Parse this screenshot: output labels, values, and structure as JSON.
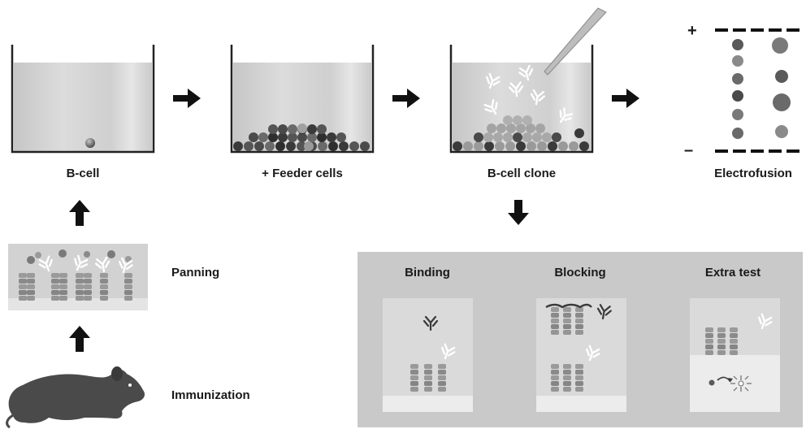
{
  "stages": {
    "bcell": "B-cell",
    "feeder": "+ Feeder cells",
    "clone": "B-cell clone",
    "electrofusion": "Electrofusion"
  },
  "side": {
    "panning": "Panning",
    "immunization": "Immunization"
  },
  "tests": {
    "binding": "Binding",
    "blocking": "Blocking",
    "extra": "Extra test"
  },
  "electrodes": {
    "plus": "+",
    "minus": "–"
  }
}
